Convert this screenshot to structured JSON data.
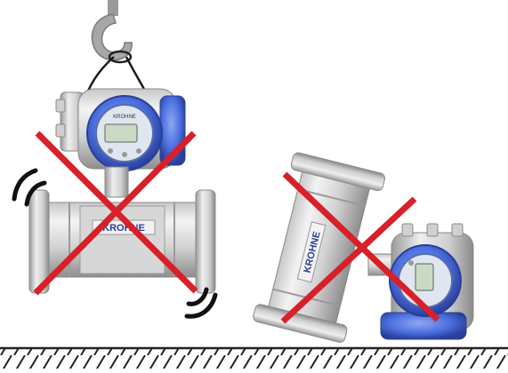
{
  "figure": {
    "brand_text": "KROHNE",
    "left_scenario": {
      "description_label": "",
      "status": "incorrect"
    },
    "right_scenario": {
      "description_label": "",
      "status": "incorrect"
    }
  },
  "colors": {
    "cross": "#d8202a",
    "metal_light": "#e6e6e6",
    "metal_mid": "#bdbdbd",
    "metal_dark": "#8f8f8f",
    "converter_blue": "#3f63d8",
    "converter_blue_dark": "#2a3f9a",
    "display_green": "#c9d9c4",
    "ground_line": "#222222",
    "hook_grey": "#9a9a9a"
  },
  "icons": {
    "hook": "crane-hook-icon",
    "impact_marks": "impact-arc-icon",
    "cross_mark": "prohibited-cross-icon"
  }
}
